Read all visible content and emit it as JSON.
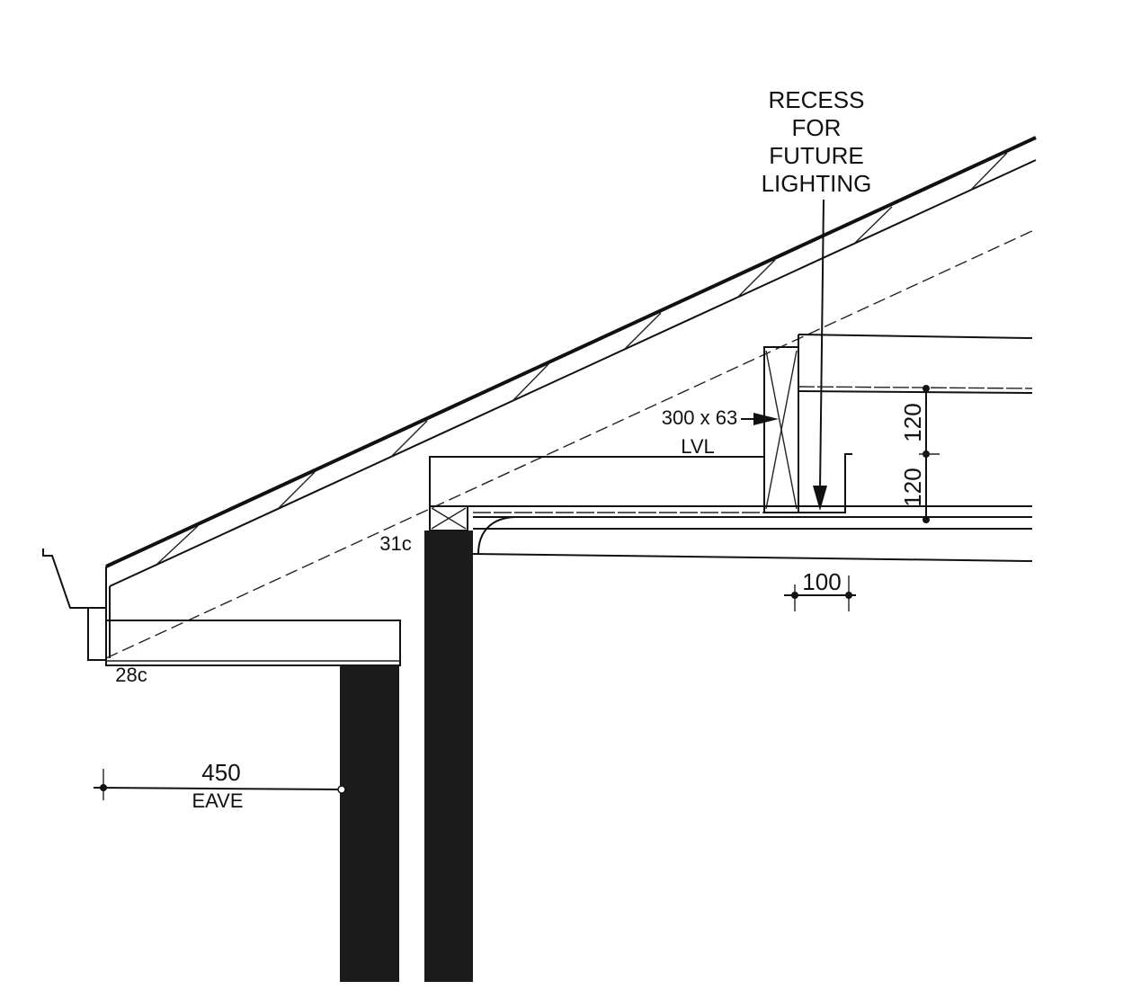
{
  "labels": {
    "recess_line1": "RECESS",
    "recess_line2": "FOR",
    "recess_line3": "FUTURE",
    "recess_line4": "LIGHTING",
    "lvl_size": "300 x 63",
    "lvl_type": "LVL",
    "dim_upper": "120",
    "dim_lower": "120",
    "dim_100": "100",
    "ref_31c": "31c",
    "ref_28c": "28c",
    "eave_value": "450",
    "eave_label": "EAVE"
  },
  "colors": {
    "line": "#111111",
    "wall_fill": "#1b1b1b",
    "background": "#ffffff"
  }
}
